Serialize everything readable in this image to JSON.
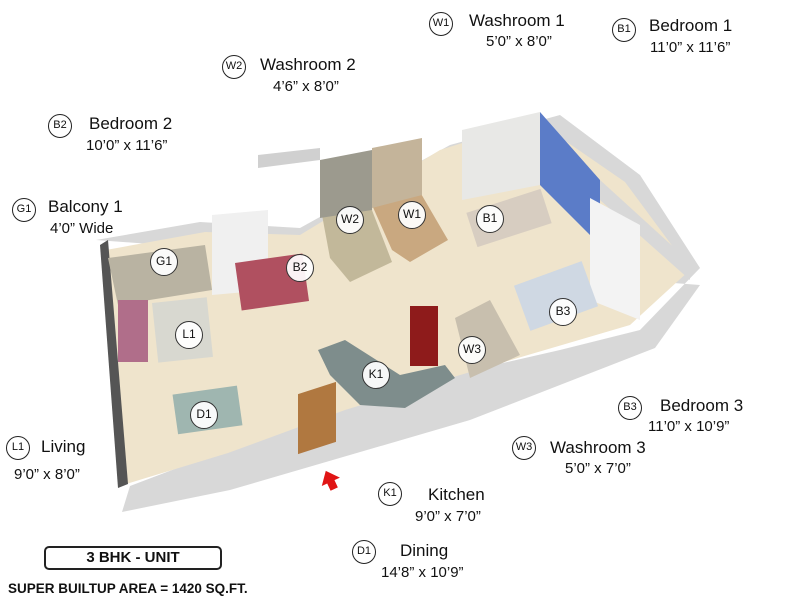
{
  "legend": [
    {
      "code": "W1",
      "name": "Washroom 1",
      "dims": "5’0” x 8’0”"
    },
    {
      "code": "B1",
      "name": "Bedroom 1",
      "dims": "11’0” x 11’6”"
    },
    {
      "code": "W2",
      "name": "Washroom 2",
      "dims": "4’6” x 8’0”"
    },
    {
      "code": "B2",
      "name": "Bedroom 2",
      "dims": "10’0” x 11’6”"
    },
    {
      "code": "G1",
      "name": "Balcony 1",
      "dims": "4’0” Wide"
    },
    {
      "code": "L1",
      "name": "Living",
      "dims": "9’0” x 8’0”"
    },
    {
      "code": "B3",
      "name": "Bedroom 3",
      "dims": "11’0” x 10’9”"
    },
    {
      "code": "W3",
      "name": "Washroom 3",
      "dims": "5’0” x 7’0”"
    },
    {
      "code": "K1",
      "name": "Kitchen",
      "dims": "9’0” x 7’0”"
    },
    {
      "code": "D1",
      "name": "Dining",
      "dims": "14’8” x 10’9”"
    }
  ],
  "plan_labels": [
    "G1",
    "B2",
    "L1",
    "W2",
    "W1",
    "B1",
    "B3",
    "W3",
    "K1",
    "D1"
  ],
  "unit_type": "3 BHK - UNIT",
  "super_builtup_area": "SUPER BUILTUP AREA = 1420 SQ.FT.",
  "colors": {
    "wall": "#ececec",
    "floor": "#efe4cc",
    "tile": "#9c9a8e",
    "accent_wall": "#5b7cc8",
    "entry_arrow": "#e01515"
  }
}
